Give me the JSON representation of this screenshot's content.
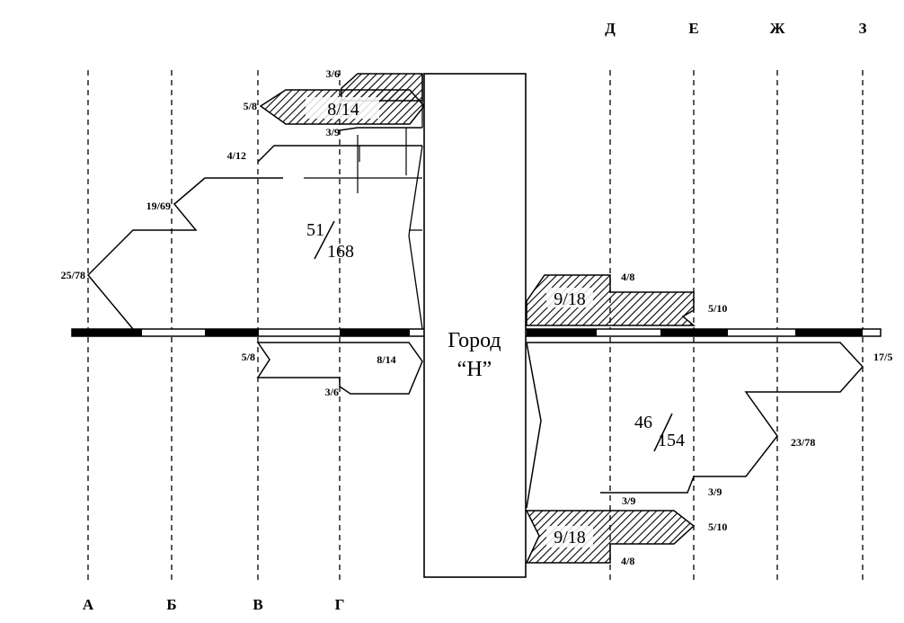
{
  "columns": {
    "a": "А",
    "b": "Б",
    "v": "В",
    "g": "Г",
    "d": "Д",
    "e": "Е",
    "zh": "Ж",
    "z": "З"
  },
  "city": {
    "line1": "Город",
    "line2": "“Н”"
  },
  "left_up": {
    "t3_6": "3/6",
    "t5_8": "5/8",
    "t8_14": "8/14",
    "t3_9": "3/9",
    "t4_12": "4/12",
    "t19_69": "19/69",
    "t25_78": "25/78",
    "total_num": "51",
    "total_den": "168"
  },
  "left_down": {
    "t5_8": "5/8",
    "t8_14": "8/14",
    "t3_6": "3/6"
  },
  "right_up": {
    "t4_8": "4/8",
    "t9_18": "9/18",
    "t5_10": "5/10"
  },
  "right_down": {
    "t17_5": "17/5",
    "total_num": "46",
    "total_den": "154",
    "t23_78": "23/78",
    "t3_9a": "3/9",
    "t3_9b": "3/9",
    "t5_10": "5/10",
    "t9_18": "9/18",
    "t4_8": "4/8"
  },
  "colors": {
    "ink": "#000000",
    "paper": "#ffffff"
  }
}
